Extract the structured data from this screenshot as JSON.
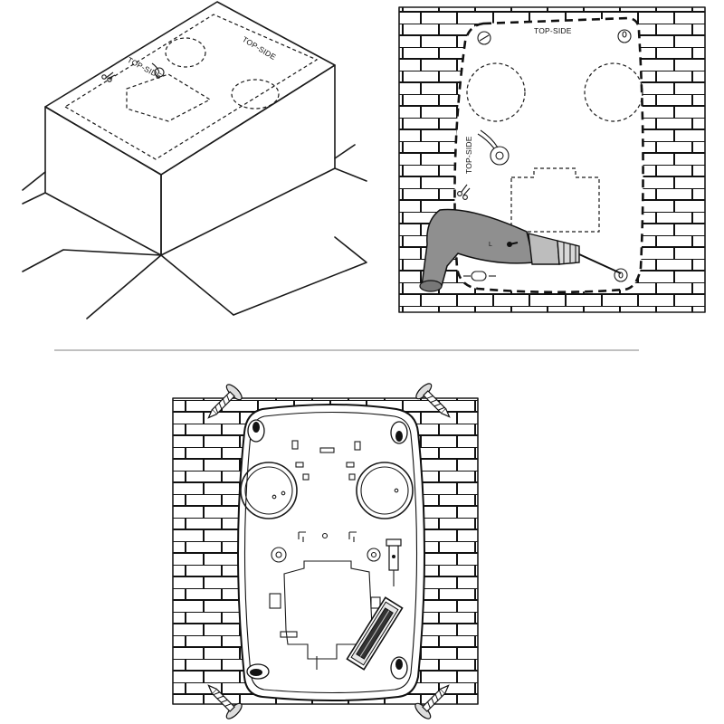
{
  "panels": {
    "box_label_top": "TOP-SIDE",
    "box_label_side": "TOP-SIDE",
    "wall_label_top": "TOP-SIDE",
    "wall_label_side": "TOP-SIDE",
    "drill_mark": "L"
  },
  "colors": {
    "line": "#1a1a1a",
    "drill_body": "#8f8f8f",
    "drill_chuck": "#c8c8c8"
  }
}
